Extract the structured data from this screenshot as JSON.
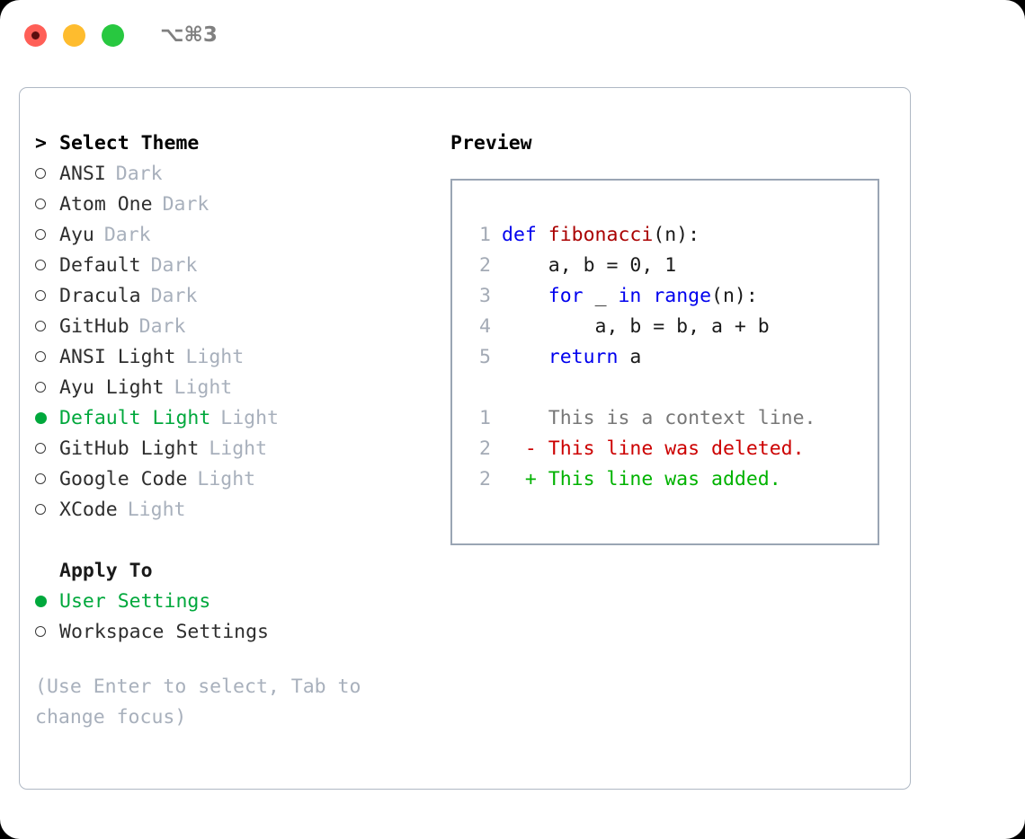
{
  "titlebar": {
    "lights": [
      {
        "name": "close",
        "color": "#FF5F57"
      },
      {
        "name": "minimize",
        "color": "#FEBC2E"
      },
      {
        "name": "maximize",
        "color": "#28C840"
      }
    ],
    "shortcut": "⌥⌘3"
  },
  "colors": {
    "accent_green": "#00A83C",
    "muted_gray": "#A8B0BC",
    "border": "#AFB8C4",
    "keyword_blue": "#0000EE",
    "function_red": "#AA0000",
    "diff_add": "#00B200",
    "diff_del": "#CC0000"
  },
  "theme_list": {
    "header": "Select Theme",
    "caret": ">",
    "items": [
      {
        "name": "ANSI",
        "badge": "Dark",
        "selected": false
      },
      {
        "name": "Atom One",
        "badge": "Dark",
        "selected": false
      },
      {
        "name": "Ayu",
        "badge": "Dark",
        "selected": false
      },
      {
        "name": "Default",
        "badge": "Dark",
        "selected": false
      },
      {
        "name": "Dracula",
        "badge": "Dark",
        "selected": false
      },
      {
        "name": "GitHub",
        "badge": "Dark",
        "selected": false
      },
      {
        "name": "ANSI Light",
        "badge": "Light",
        "selected": false
      },
      {
        "name": "Ayu Light",
        "badge": "Light",
        "selected": false
      },
      {
        "name": "Default Light",
        "badge": "Light",
        "selected": true
      },
      {
        "name": "GitHub Light",
        "badge": "Light",
        "selected": false
      },
      {
        "name": "Google Code",
        "badge": "Light",
        "selected": false
      },
      {
        "name": "XCode",
        "badge": "Light",
        "selected": false
      }
    ]
  },
  "apply_to": {
    "title": "Apply To",
    "items": [
      {
        "name": "User Settings",
        "selected": true
      },
      {
        "name": "Workspace Settings",
        "selected": false
      }
    ]
  },
  "hint": "(Use Enter to select, Tab to change focus)",
  "preview": {
    "title": "Preview",
    "code_lines": [
      {
        "no": "1",
        "tokens": [
          {
            "t": "def ",
            "c": "kw"
          },
          {
            "t": "fibonacci",
            "c": "fn"
          },
          {
            "t": "(n):",
            "c": "plain"
          }
        ]
      },
      {
        "no": "2",
        "tokens": [
          {
            "t": "    a, b = 0, 1",
            "c": "plain"
          }
        ]
      },
      {
        "no": "3",
        "tokens": [
          {
            "t": "    ",
            "c": "plain"
          },
          {
            "t": "for",
            "c": "kw"
          },
          {
            "t": " _ ",
            "c": "plain"
          },
          {
            "t": "in",
            "c": "kw"
          },
          {
            "t": " ",
            "c": "plain"
          },
          {
            "t": "range",
            "c": "kw"
          },
          {
            "t": "(n):",
            "c": "plain"
          }
        ]
      },
      {
        "no": "4",
        "tokens": [
          {
            "t": "        a, b = b, a + b",
            "c": "plain"
          }
        ]
      },
      {
        "no": "5",
        "tokens": [
          {
            "t": "    ",
            "c": "plain"
          },
          {
            "t": "return",
            "c": "kw"
          },
          {
            "t": " a",
            "c": "plain"
          }
        ]
      }
    ],
    "diff_lines": [
      {
        "no": "1",
        "marker": " ",
        "text": "This is a context line.",
        "c": "ctx"
      },
      {
        "no": "2",
        "marker": "-",
        "text": "This line was deleted.",
        "c": "del"
      },
      {
        "no": "2",
        "marker": "+",
        "text": "This line was added.",
        "c": "add"
      }
    ]
  }
}
